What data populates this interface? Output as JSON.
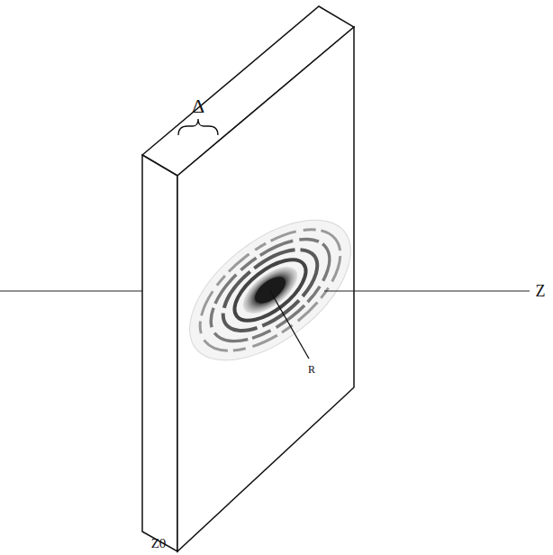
{
  "diagram": {
    "labels": [
      "Δ",
      "Z",
      "Z0",
      "R"
    ]
  }
}
